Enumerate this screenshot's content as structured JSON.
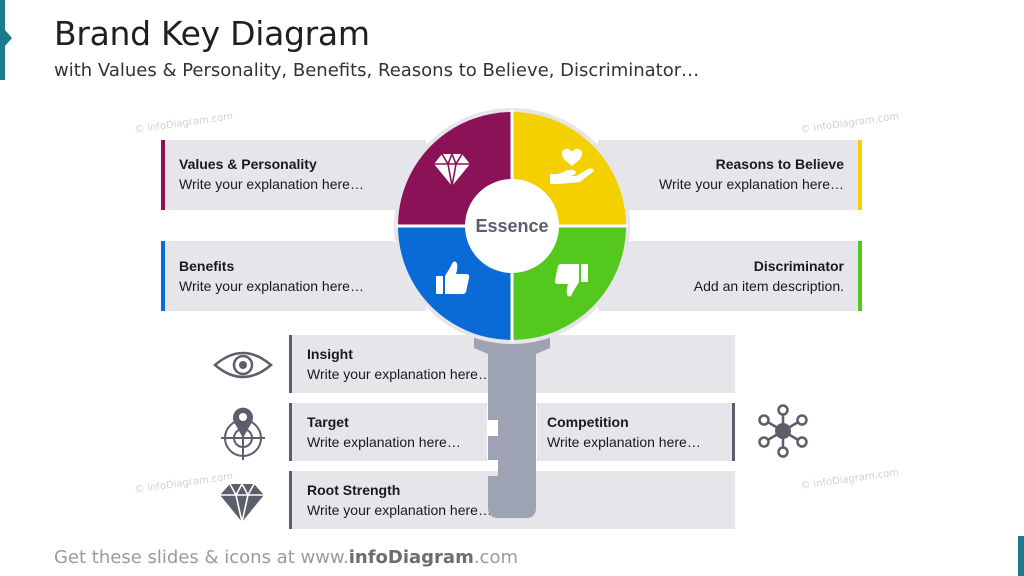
{
  "header": {
    "title": "Brand Key Diagram",
    "subtitle": "with Values & Personality, Benefits, Reasons to Believe, Discriminator…"
  },
  "center": {
    "essence": "Essence"
  },
  "quadrants": {
    "values": {
      "heading": "Values & Personality",
      "text": "Write your explanation here…",
      "color": "#8b1257"
    },
    "reasons": {
      "heading": "Reasons to Believe",
      "text": "Write your explanation here…",
      "color": "#f5d000"
    },
    "benefits": {
      "heading": "Benefits",
      "text": "Write your explanation here…",
      "color": "#0a6bd6"
    },
    "discriminator": {
      "heading": "Discriminator",
      "text": "Add an item description.",
      "color": "#55c81e"
    }
  },
  "lower": {
    "insight": {
      "heading": "Insight",
      "text": "Write your explanation here…"
    },
    "target": {
      "heading": "Target",
      "text": "Write explanation here…"
    },
    "competition": {
      "heading": "Competition",
      "text": "Write explanation here…"
    },
    "root": {
      "heading": "Root Strength",
      "text": "Write your explanation here…"
    }
  },
  "colors": {
    "key_shaft": "#9ea3b4",
    "icon_gray": "#5d5e6b",
    "box_bg": "#e6e6ea",
    "accent_teal": "#1b7a8c"
  },
  "watermark": "© infoDiagram.com",
  "footer": {
    "prefix": "Get these slides & icons at www.",
    "brand": "infoDiagram",
    "suffix": ".com"
  }
}
